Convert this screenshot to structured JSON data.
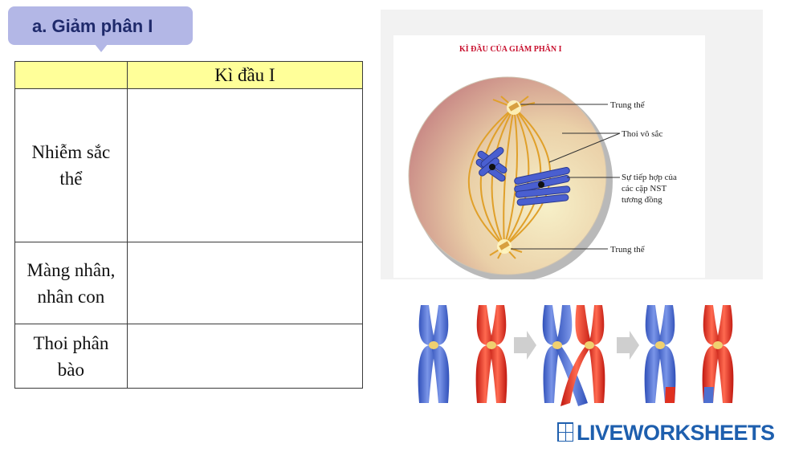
{
  "callout": {
    "text": "a. Giảm phân I"
  },
  "table": {
    "header": {
      "left": "",
      "right": "Kì đầu I"
    },
    "rows": [
      {
        "label": "Nhiễm sắc thể",
        "value": ""
      },
      {
        "label": "Màng nhân, nhân con",
        "value": ""
      },
      {
        "label": "Thoi phân bào",
        "value": ""
      }
    ]
  },
  "diagram": {
    "title": "KÌ ĐẦU CỦA GIẢM PHÂN I",
    "labels": {
      "centrosome_top": "Trung thể",
      "spindle": "Thoi vô sắc",
      "synapsis_1": "Sự tiếp hợp của",
      "synapsis_2": "các cặp NST",
      "synapsis_3": "tương đồng",
      "centrosome_bottom": "Trung thể"
    },
    "colors": {
      "title": "#c8102e",
      "spindle": "#e0a02a",
      "chromosome_blue": "#4a5fd0"
    }
  },
  "crossover": {
    "colors": {
      "blue": "#4e6fd0",
      "red": "#e03020",
      "centromere": "#f0d070",
      "arrow": "#cfcfcf"
    }
  },
  "logo": {
    "text": "LIVEWORKSHEETS",
    "color": "#1e5fae"
  }
}
